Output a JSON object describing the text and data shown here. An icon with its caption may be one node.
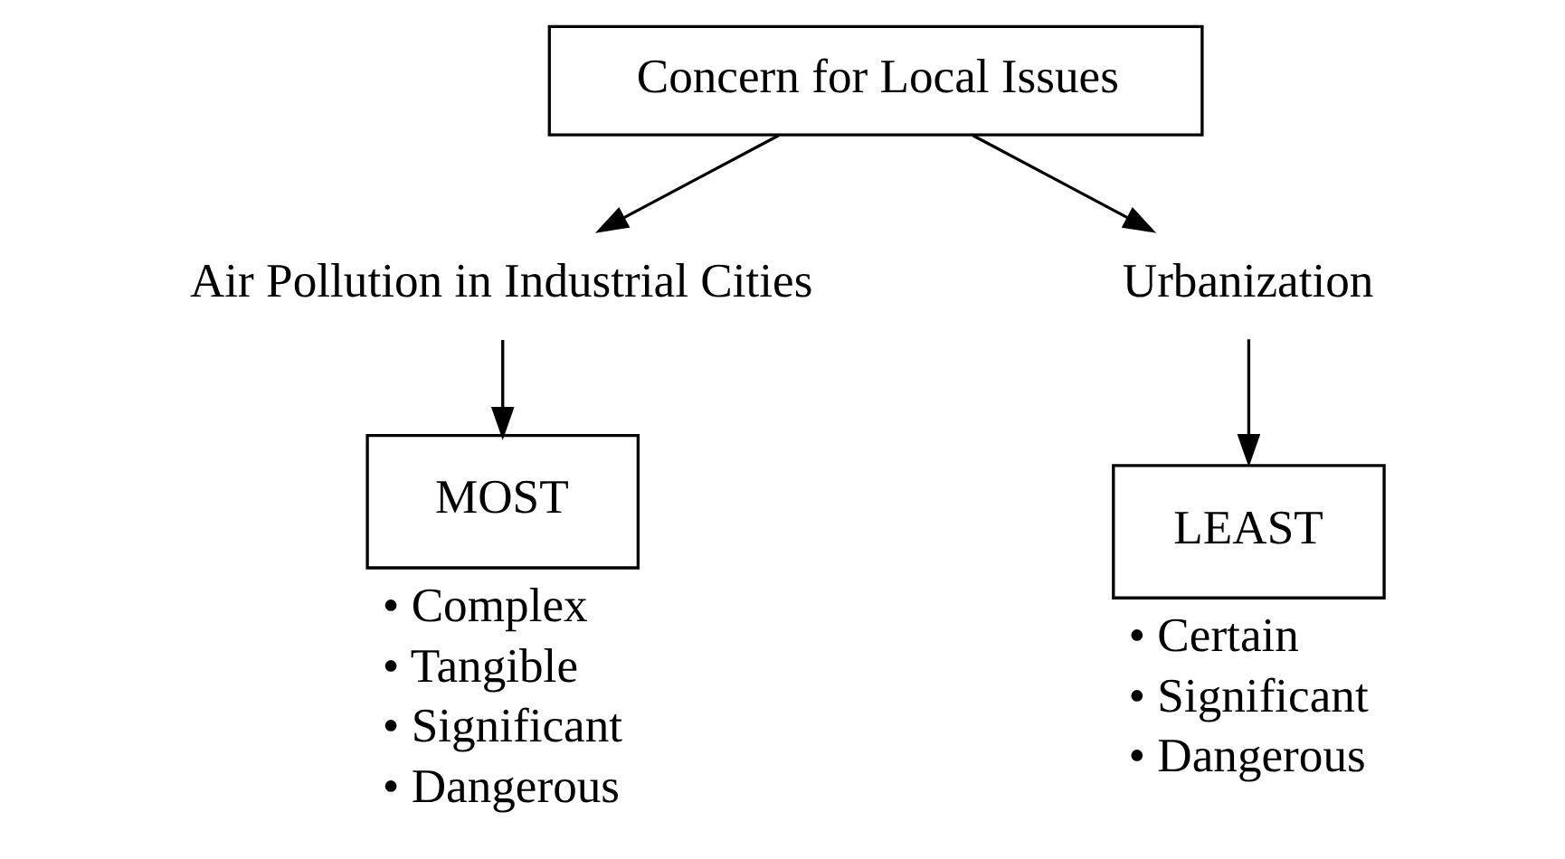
{
  "diagram": {
    "nodes": [
      {
        "text": [
          "Concern for Local Issues"
        ]
      },
      {
        "text": [
          "Air Pollution in Industrial Cities"
        ]
      },
      {
        "text": [
          "Urbanization"
        ]
      },
      {
        "text": [
          "MOST"
        ],
        "beside": [
          "• Complex",
          "• Tangible",
          "• Significant",
          "• Dangerous"
        ]
      },
      {
        "text": [
          "LEAST"
        ],
        "beside": [
          "• Certain",
          "• Significant",
          "• Dangerous"
        ]
      }
    ],
    "edges": [
      {
        "from": 0,
        "to": 1,
        "arrow": "to"
      },
      {
        "from": 0,
        "to": 2,
        "arrow": "to"
      },
      {
        "from": 1,
        "to": 3,
        "arrow": "to"
      },
      {
        "from": 2,
        "to": 4,
        "arrow": "to"
      }
    ]
  }
}
